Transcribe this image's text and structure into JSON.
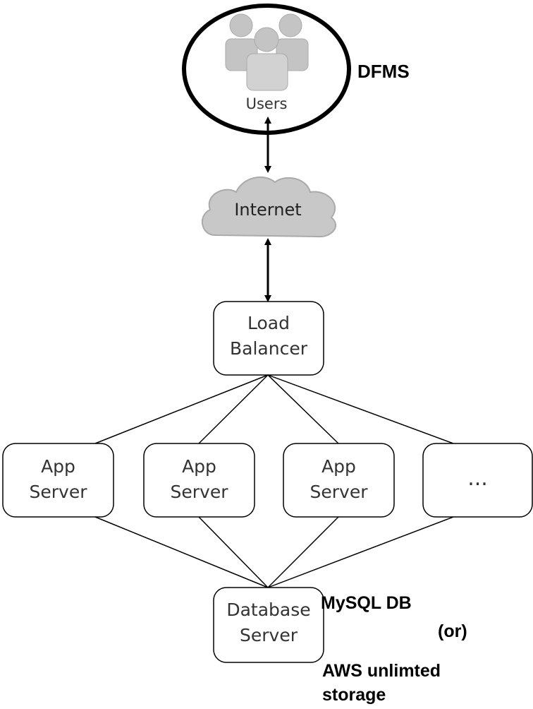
{
  "users": {
    "label": "Users"
  },
  "internet": {
    "label": "Internet"
  },
  "load_balancer": {
    "line1": "Load",
    "line2": "Balancer"
  },
  "app_servers": [
    {
      "line1": "App",
      "line2": "Server"
    },
    {
      "line1": "App",
      "line2": "Server"
    },
    {
      "line1": "App",
      "line2": "Server"
    },
    {
      "line1": "..."
    }
  ],
  "database": {
    "line1": "Database",
    "line2": "Server"
  },
  "annotations": {
    "dfms": "DFMS",
    "mysql": "MySQL DB",
    "or": "(or)",
    "aws_line1": "AWS unlimted",
    "aws_line2": "storage"
  },
  "colors": {
    "stroke": "#000000",
    "cloud": "#c8c8c8",
    "users_icon": "#c4c4c4"
  }
}
